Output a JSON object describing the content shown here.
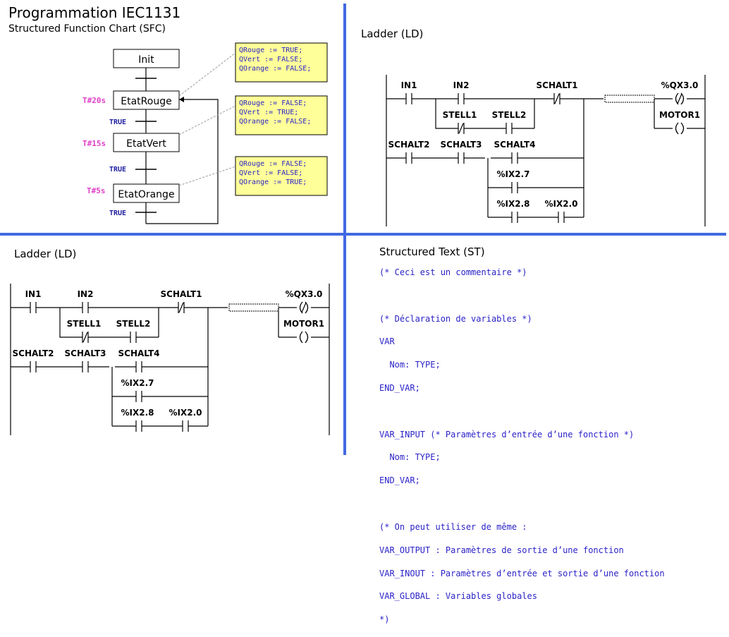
{
  "header": {
    "title": "Programmation IEC1131",
    "subtitle": "Structured Function Chart (SFC)"
  },
  "panels": {
    "ladder_top_title": "Ladder (LD)",
    "ladder_bottom_title": "Ladder (LD)",
    "st_title": "Structured Text (ST)"
  },
  "colors": {
    "divider": "#4169e1",
    "timer": "#e040c8",
    "transition": "#2020a0",
    "action_bg": "#ffff99",
    "code": "#2b22c8"
  },
  "sfc": {
    "steps": [
      "Init",
      "EtatRouge",
      "EtatVert",
      "EtatOrange"
    ],
    "timers": [
      "T#20s",
      "T#15s",
      "T#5s"
    ],
    "transitions": [
      "TRUE",
      "TRUE",
      "TRUE"
    ],
    "actions": [
      [
        "QRouge := TRUE;",
        "QVert := FALSE;",
        "QOrange := FALSE;"
      ],
      [
        "QRouge := FALSE;",
        "QVert := TRUE;",
        "QOrange := FALSE;"
      ],
      [
        "QRouge := FALSE;",
        "QVert := FALSE;",
        "QOrange := TRUE;"
      ]
    ]
  },
  "ladder": {
    "in1": "IN1",
    "in2": "IN2",
    "schalt1": "SCHALT1",
    "qx": "%QX3.0",
    "stell1": "STELL1",
    "stell2": "STELL2",
    "motor": "MOTOR1",
    "schalt2": "SCHALT2",
    "schalt3": "SCHALT3",
    "schalt4": "SCHALT4",
    "ix27": "%IX2.7",
    "ix28": "%IX2.8",
    "ix20": "%IX2.0",
    "neg_coil": "(/)",
    "coil": "( )"
  },
  "st": {
    "lines": [
      "(* Ceci est un commentaire *)",
      "",
      "(* Déclaration de variables *)",
      "VAR",
      "  Nom: TYPE;",
      "END_VAR;",
      "",
      "VAR_INPUT (* Paramètres d’entrée d’une fonction *)",
      "  Nom: TYPE;",
      "END_VAR;",
      "",
      "(* On peut utiliser de même :",
      "VAR_OUTPUT : Paramètres de sortie d’une fonction",
      "VAR_INOUT : Paramètres d’entrée et sortie d’une fonction",
      "VAR_GLOBAL : Variables globales",
      "*)"
    ]
  }
}
